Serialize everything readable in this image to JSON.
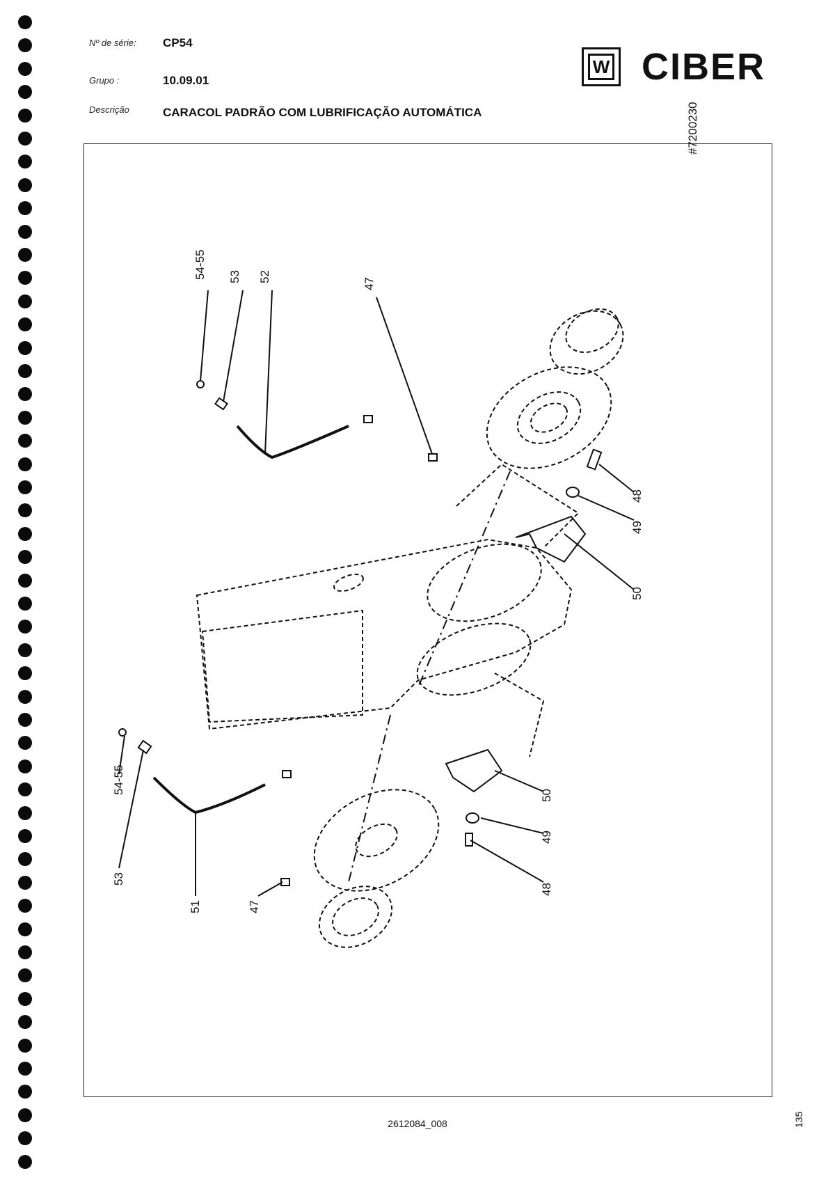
{
  "header": {
    "serial_label": "Nº de série:",
    "serial_value": "CP54",
    "group_label": "Grupo :",
    "group_value": "10.09.01",
    "description_label": "Descrição",
    "description_value": "CARACOL PADRÃO COM LUBRIFICAÇÃO AUTOMÁTICA"
  },
  "logo": {
    "mark": "W",
    "text": "CIBER"
  },
  "drawing": {
    "drawing_number": "#7200230",
    "callouts": {
      "top_54_55": "54-55",
      "top_53": "53",
      "top_52": "52",
      "top_47": "47",
      "right_48": "48",
      "right_49": "49",
      "right_50": "50",
      "low_50": "50",
      "low_49": "49",
      "low_48": "48",
      "left_54_55": "54-55",
      "left_53": "53",
      "left_51": "51",
      "left_47": "47"
    }
  },
  "footer": {
    "doc_code": "2612084_008",
    "page_number": "135"
  },
  "colors": {
    "ink": "#111111",
    "paper": "#ffffff"
  }
}
